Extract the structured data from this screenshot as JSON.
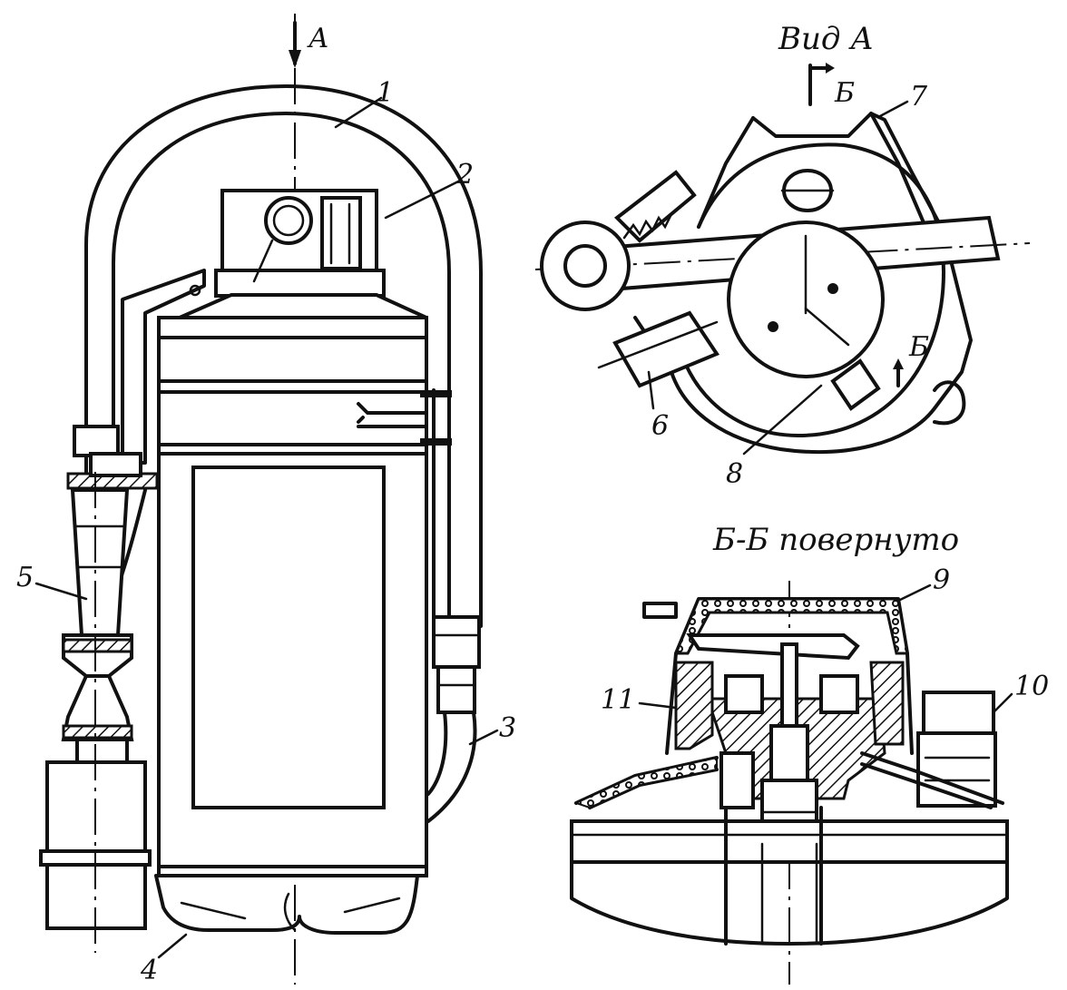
{
  "labels": {
    "view_arrow": "А",
    "view_a_title": "Вид А",
    "section_b_top": "Б",
    "section_b_side": "Б",
    "section_title": "Б-Б повернуто",
    "n1": "1",
    "n2": "2",
    "n3": "3",
    "n4": "4",
    "n5": "5",
    "n6": "6",
    "n7": "7",
    "n8": "8",
    "n9": "9",
    "n10": "10",
    "n11": "11"
  }
}
